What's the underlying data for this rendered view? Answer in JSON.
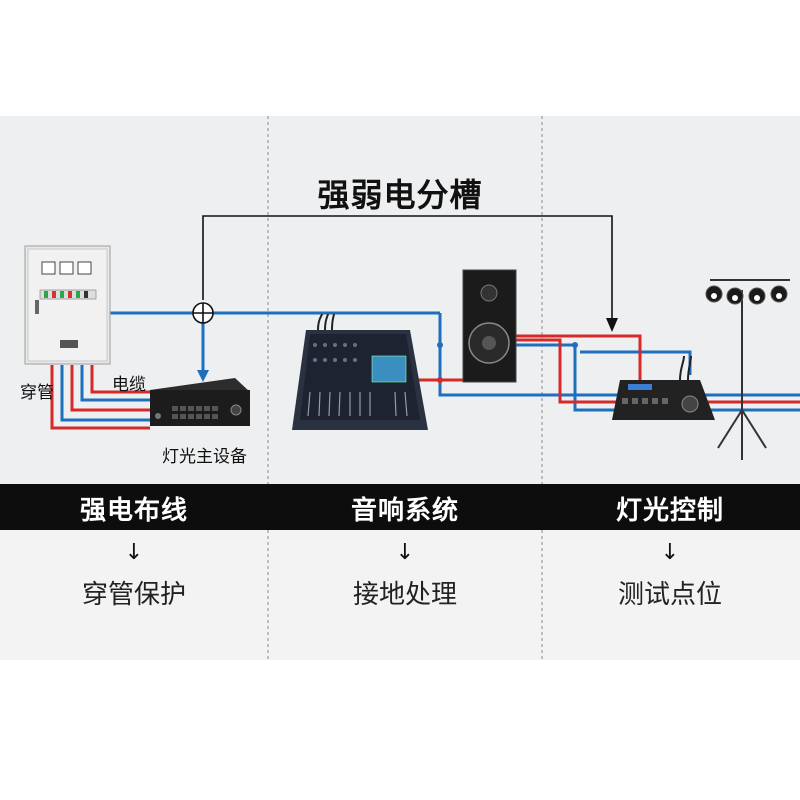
{
  "title": "强弱电分槽",
  "labels": {
    "conduit": "穿管",
    "cable_tray": "电缆",
    "lighting_host": "灯光主设备"
  },
  "sections": [
    {
      "name": "强电布线",
      "sub": "穿管保护"
    },
    {
      "name": "音响系统",
      "sub": "接地处理"
    },
    {
      "name": "灯光控制",
      "sub": "测试点位"
    }
  ],
  "colors": {
    "strong_cable": "#d42a2a",
    "weak_cable": "#1f6fbf",
    "bar": "#0d0d0d"
  }
}
